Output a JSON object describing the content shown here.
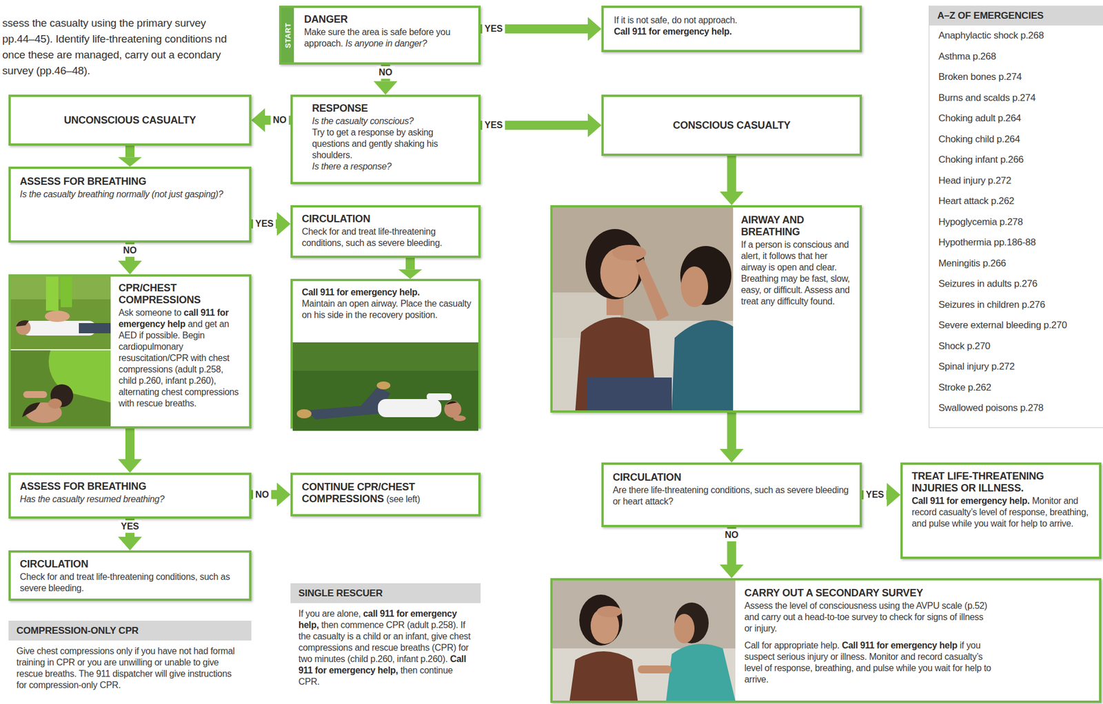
{
  "diagram": {
    "nodes": [
      {
        "text": [
          "START",
          "DANGER",
          "Make sure the area is safe before you approach.",
          "Is anyone in danger?"
        ]
      },
      {
        "text": [
          "If it is not safe, do not approach.",
          "Call 911 for emergency help."
        ]
      },
      {
        "text": [
          "RESPONSE",
          "Is the casualty conscious?",
          "Try to get a response by asking questions and gently shaking his shoulders.",
          "Is there a response?"
        ]
      },
      {
        "text": [
          "UNCONSCIOUS CASUALTY"
        ]
      },
      {
        "text": [
          "CONSCIOUS CASUALTY"
        ]
      },
      {
        "text": [
          "ASSESS FOR BREATHING",
          "Is the casualty breathing normally (not just gasping)?"
        ]
      },
      {
        "text": [
          "CIRCULATION",
          "Check for and treat life-threatening conditions, such as severe bleeding."
        ]
      },
      {
        "text": [
          "AIRWAY AND BREATHING",
          "If a person is conscious and alert, it follows that her airway is open and clear. Breathing may be fast, slow, easy, or difficult. Assess and treat any difficulty found."
        ]
      },
      {
        "text": [
          "CPR/CHEST COMPRESSIONS",
          "Ask someone to",
          "call 911 for emergency help",
          "and get an AED if possible. Begin cardiopulmonary resuscitation/CPR with chest compressions (adult p.258, child p.260, infant p.260), alternating chest compressions with rescue breaths."
        ]
      },
      {
        "text": [
          "Call 911 for emergency help.",
          "Maintain an open airway. Place the casualty on his side in the recovery position."
        ]
      },
      {
        "text": [
          "ASSESS FOR BREATHING",
          "Has the casualty resumed breathing?"
        ]
      },
      {
        "text": [
          "CONTINUE CPR/CHEST COMPRESSIONS",
          "(see left)"
        ]
      },
      {
        "text": [
          "CIRCULATION",
          "Are there life-threatening conditions, such as severe bleeding or heart attack?"
        ]
      },
      {
        "text": [
          "TREAT LIFE-THREATENING INJURIES OR ILLNESS.",
          "Call 911 for emergency help.",
          "Monitor and record casualty’s level of response, breathing, and pulse while you wait for help to arrive."
        ]
      },
      {
        "text": [
          "CIRCULATION",
          "Check for and treat life-threatening conditions, such as severe bleeding."
        ]
      },
      {
        "text": [
          "CARRY OUT A SECONDARY SURVEY",
          "Assess the level of consciousness using the AVPU scale (p.52) and carry out a head-to-toe survey to check for signs of illness or injury.",
          "Call for appropriate help.",
          "Call 911 for emergency help",
          "if you suspect serious injury or illness. Monitor and record casualty’s level of response, breathing, and pulse while you wait for help to arrive."
        ]
      },
      {
        "text": [
          "COMPRESSION-ONLY CPR",
          "Give chest compressions only if you have not had formal training in CPR or you are unwilling or unable to give rescue breaths. The 911 dispatcher will give instructions for compression-only CPR."
        ]
      },
      {
        "text": [
          "SINGLE RESCUER",
          "If you are alone,",
          "call 911 for emergency help,",
          "then commence CPR (adult p.258). If the casualty is a child or an infant, give chest compressions and rescue breaths (CPR) for two minutes (child p.260, infant p.260).",
          "Call 911 for emergency help,",
          "then continue CPR."
        ]
      },
      {
        "text": [
          "A–Z OF EMERGENCIES",
          "Anaphylactic shock p.268",
          "Asthma p.268",
          "Broken bones p.274",
          "Burns and scalds p.274",
          "Choking adult p.264",
          "Choking child p.264",
          "Choking infant p.266",
          "Head injury p.272",
          "Heart attack p.262",
          "Hypoglycemia p.278",
          "Hypothermia pp.186-88",
          "Meningitis p.266",
          "Seizures in adults p.276",
          "Seizures in children p.276",
          "Severe external bleeding p.270",
          "Shock p.270",
          "Spinal injury p.272",
          "Stroke p.262",
          "Swallowed poisons p.278"
        ]
      }
    ],
    "edges": [
      {
        "from": 0,
        "to": 1,
        "label": "YES",
        "arrow": "to"
      },
      {
        "from": 0,
        "to": 2,
        "label": "NO",
        "arrow": "to"
      },
      {
        "from": 2,
        "to": 3,
        "label": "NO",
        "arrow": "to"
      },
      {
        "from": 2,
        "to": 4,
        "label": "YES",
        "arrow": "to"
      },
      {
        "from": 3,
        "to": 5,
        "arrow": "to"
      },
      {
        "from": 5,
        "to": 6,
        "label": "YES",
        "arrow": "to"
      },
      {
        "from": 5,
        "to": 8,
        "label": "NO",
        "arrow": "to"
      },
      {
        "from": 6,
        "to": 9,
        "arrow": "to"
      },
      {
        "from": 4,
        "to": 7,
        "arrow": "to"
      },
      {
        "from": 8,
        "to": 10,
        "arrow": "to"
      },
      {
        "from": 10,
        "to": 11,
        "label": "NO",
        "arrow": "to"
      },
      {
        "from": 10,
        "to": 14,
        "label": "YES",
        "arrow": "to"
      },
      {
        "from": 7,
        "to": 12,
        "arrow": "to"
      },
      {
        "from": 12,
        "to": 13,
        "label": "YES",
        "arrow": "to"
      },
      {
        "from": 12,
        "to": 15,
        "label": "NO",
        "arrow": "to"
      }
    ],
    "labels": [
      "ssess the casualty using the primary survey pp.44–45). Identify life-threatening conditions nd once these are managed, carry out a econdary survey (pp.46–48)."
    ]
  }
}
